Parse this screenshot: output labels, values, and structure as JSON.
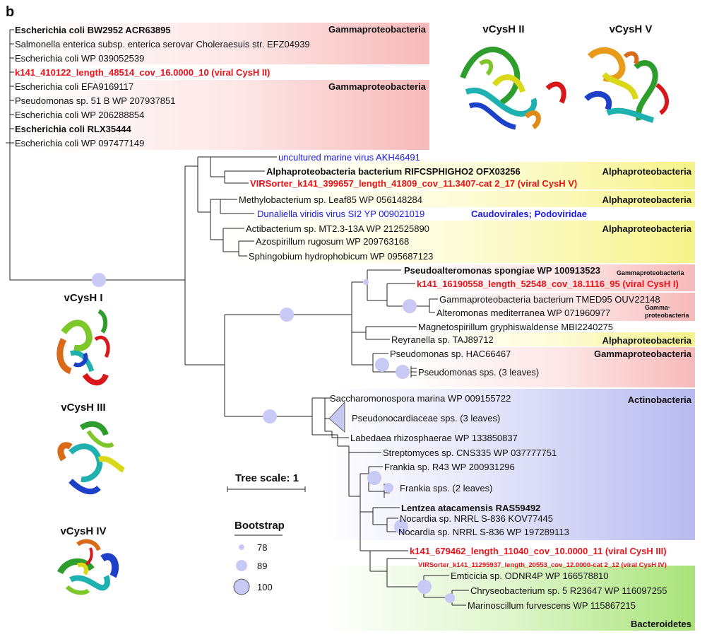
{
  "panel_label": "b",
  "structures": {
    "s1": "vCysH I",
    "s2": "vCysH II",
    "s3": "vCysH III",
    "s4": "vCysH IV",
    "s5": "vCysH V"
  },
  "groups": {
    "gamma_top": "Gammaproteobacteria",
    "gamma_mid": "Gammaproteobacteria",
    "alpha1": "Alphaproteobacteria",
    "alpha2": "Alphaproteobacteria",
    "alpha3": "Alphaproteobacteria",
    "caudo": "Caudovirales; Podoviridae",
    "gamma_small1": "Gammaproteobacteria",
    "gamma_small2a": "Gamma-",
    "gamma_small2b": "proteobacteria",
    "alpha4": "Alphaproteobacteria",
    "gamma_low": "Gammaproteobacteria",
    "actino": "Actinobacteria",
    "bacteroidetes": "Bacteroidetes"
  },
  "leaves": {
    "l1": "Escherichia coli BW2952 ACR63895",
    "l2": "Salmonella enterica subsp. enterica serovar Choleraesuis str. EFZ04939",
    "l3": "Escherichia coli WP 039052539",
    "l4": "k141_410122_length_48514_cov_16.0000_10 (viral CysH II)",
    "l5": "Escherichia coli EFA9169117",
    "l6": "Pseudomonas sp. 51 B WP 207937851",
    "l7": "Escherichia coli WP 206288854",
    "l8": "Escherichia coli RLX35444",
    "l9": "Escherichia coli WP 097477149",
    "l10": "uncultured marine virus AKH46491",
    "l11": "Alphaproteobacteria bacterium RIFCSPHIGHO2 OFX03256",
    "l12": "VIRSorter_k141_399657_length_41809_cov_11.3407-cat 2_17 (viral CysH V)",
    "l13": "Methylobacterium sp. Leaf85 WP 056148284",
    "l14": "Dunaliella viridis virus SI2 YP 009021019",
    "l15": "Actibacterium sp. MT2.3-13A WP 212525890",
    "l16": "Azospirillum rugosum WP 209763168",
    "l17": "Sphingobium hydrophobicum WP 095687123",
    "l18": "Pseudoalteromonas spongiae WP 100913523",
    "l19": "k141_16190558_length_52548_cov_18.1116_95 (viral CysH I)",
    "l20": "Gammaproteobacteria bacterium TMED95 OUV22148",
    "l21": "Alteromonas mediterranea WP 071960977",
    "l22": "Magnetospirillum gryphiswaldense MBI2240275",
    "l23": "Reyranella sp. TAJ89712",
    "l24": "Pseudomonas sp. HAC66467",
    "l25": "Pseudomonas sps. (3 leaves)",
    "l26": "Saccharomonospora marina WP 009155722",
    "l27": "Pseudonocardiaceae sps. (3 leaves)",
    "l28": "Labedaea rhizosphaerae WP 133850837",
    "l29": "Streptomyces sp. CNS335 WP 037777751",
    "l30": "Frankia sp. R43 WP 200931296",
    "l31": "Frankia sps. (2 leaves)",
    "l32": "Lentzea atacamensis RAS59492",
    "l33": "Nocardia sp. NRRL S-836 KOV77445",
    "l34": "Nocardia sp. NRRL S-836 WP 197289113",
    "l35": "k141_679462_length_11040_cov_10.0000_11 (viral CysH III)",
    "l36": "VIRSorter_k141_11295937_length_20553_cov_12.0000-cat 2_12 (viral CysH IV)",
    "l37": "Emticicia sp. ODNR4P WP 166578810",
    "l38": "Chryseobacterium sp. 5 R23647 WP 116097255",
    "l39": "Marinoscillum furvescens WP 115867215"
  },
  "tree_scale": {
    "label": "Tree scale: 1",
    "value": 1
  },
  "bootstrap_legend": {
    "title": "Bootstrap",
    "values": [
      "78",
      "89",
      "100"
    ]
  },
  "colors": {
    "gamma": "#f9c9c9",
    "alpha": "#f7f59a",
    "actino": "#c4c6f2",
    "bacteroidetes": "#b3e88a",
    "viral_red": "#e8141b",
    "viral_blue": "#1a1ae6",
    "bootstrap": "#c9c9f5"
  }
}
